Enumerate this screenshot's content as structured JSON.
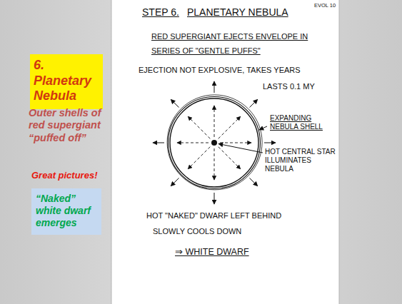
{
  "diagram": {
    "nodes": [
      {
        "text": [
          "6. Planetary Nebula"
        ]
      },
      {
        "text": [
          "“Naked” white dwarf emerges"
        ]
      }
    ],
    "labels": [
      "EVOL 10",
      "STEP 6.",
      "PLANETARY NEBULA",
      "RED SUPERGIANT EJECTS ENVELOPE IN SERIES OF \"GENTLE PUFFS\"",
      "EJECTION NOT EXPLOSIVE, TAKES YEARS",
      "LASTS 0.1 MY",
      "EXPANDING NEBULA SHELL",
      "HOT CENTRAL STAR ILLUMINATES NEBULA",
      "HOT \"NAKED\" DWARF LEFT BEHIND",
      "SLOWLY COOLS DOWN",
      "⇒ WHITE DWARF",
      "Outer shells of red supergiant “puffed off”",
      "Great pictures!"
    ]
  }
}
